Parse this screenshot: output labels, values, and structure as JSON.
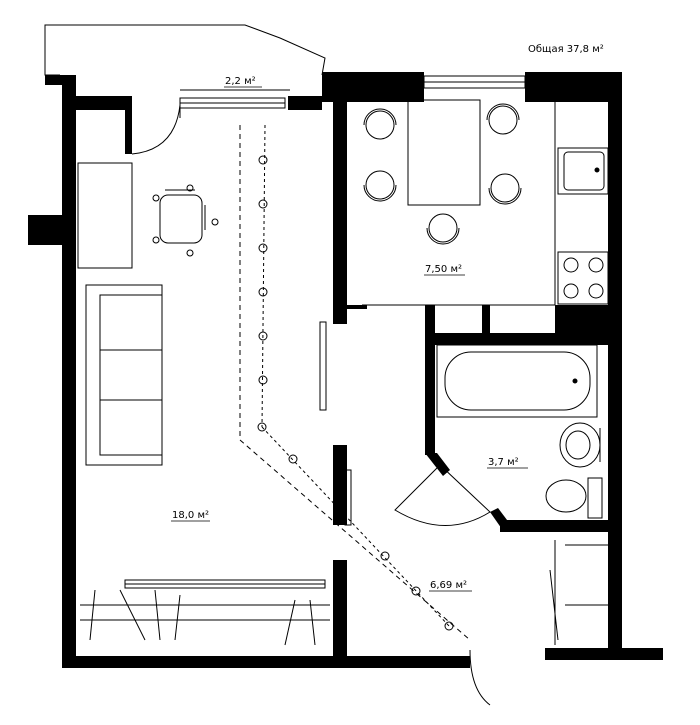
{
  "plan": {
    "total_area": "Общая 37,8 м²",
    "rooms": {
      "balcony": "2,2 м²",
      "living_room": "18,0 м²",
      "kitchen": "7,50 м²",
      "bathroom": "3,7  м²",
      "hallway": "6,69 м²"
    }
  },
  "colors": {
    "wall": "#000000",
    "line": "#000000",
    "background": "#ffffff"
  }
}
